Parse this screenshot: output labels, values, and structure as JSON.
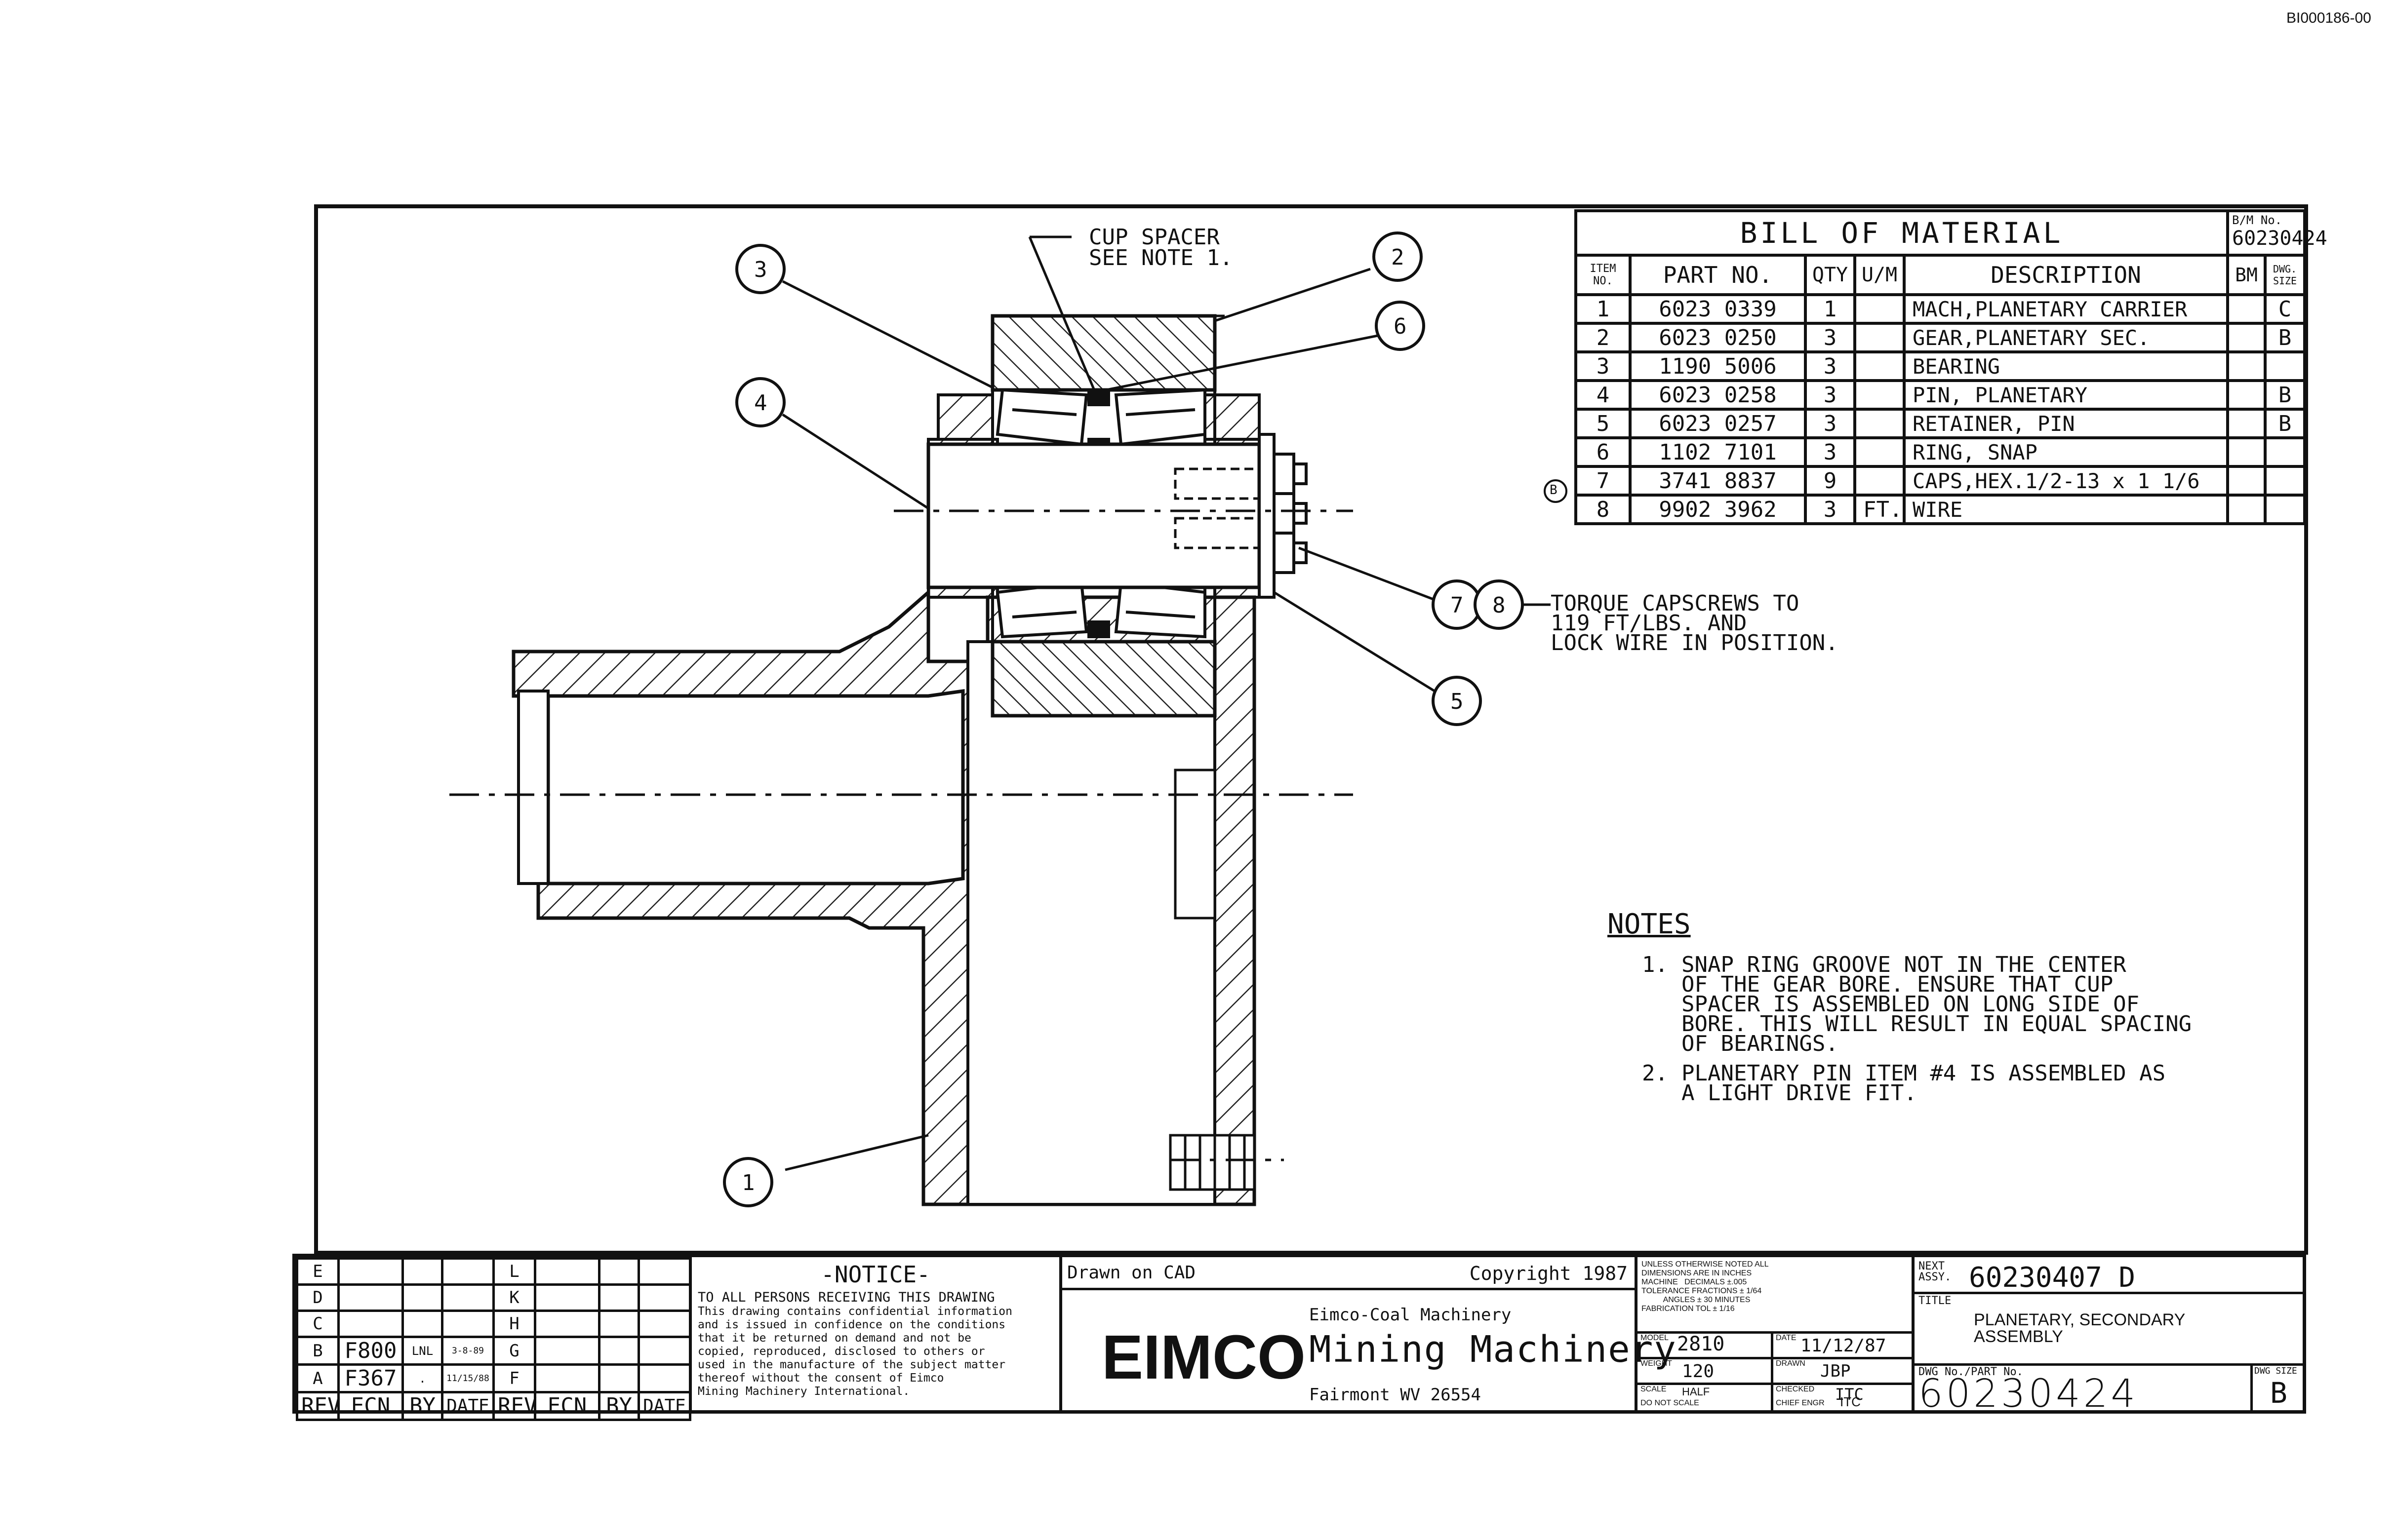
{
  "sheet_ref": "BI000186-00",
  "bom": {
    "title": "BILL OF MATERIAL",
    "bm_no_label": "B/M No.",
    "bm_no": "60230424",
    "columns": [
      "ITEM NO.",
      "PART NO.",
      "QTY",
      "U/M",
      "DESCRIPTION",
      "BM",
      "DWG. SIZE"
    ],
    "rows": [
      {
        "item": "1",
        "part": "6023 0339",
        "qty": "1",
        "um": "",
        "desc": "MACH,PLANETARY CARRIER",
        "bm": "",
        "size": "C",
        "mark": ""
      },
      {
        "item": "2",
        "part": "6023 0250",
        "qty": "3",
        "um": "",
        "desc": "GEAR,PLANETARY SEC.",
        "bm": "",
        "size": "B",
        "mark": ""
      },
      {
        "item": "3",
        "part": "1190 5006",
        "qty": "3",
        "um": "",
        "desc": "BEARING",
        "bm": "",
        "size": "",
        "mark": ""
      },
      {
        "item": "4",
        "part": "6023 0258",
        "qty": "3",
        "um": "",
        "desc": "PIN, PLANETARY",
        "bm": "",
        "size": "B",
        "mark": ""
      },
      {
        "item": "5",
        "part": "6023 0257",
        "qty": "3",
        "um": "",
        "desc": "RETAINER, PIN",
        "bm": "",
        "size": "B",
        "mark": ""
      },
      {
        "item": "6",
        "part": "1102 7101",
        "qty": "3",
        "um": "",
        "desc": "RING, SNAP",
        "bm": "",
        "size": "",
        "mark": ""
      },
      {
        "item": "7",
        "part": "3741 8837",
        "qty": "9",
        "um": "",
        "desc": "CAPS,HEX.1/2-13 x 1 1/6",
        "bm": "",
        "size": "",
        "mark": "B"
      },
      {
        "item": "8",
        "part": "9902 3962",
        "qty": "3",
        "um": "FT.",
        "desc": "WIRE",
        "bm": "",
        "size": "",
        "mark": ""
      }
    ]
  },
  "callouts": {
    "cup_spacer": [
      "CUP SPACER",
      "SEE NOTE 1."
    ],
    "torque": [
      "TORQUE CAPSCREWS TO",
      "119 FT/LBS. AND",
      "LOCK WIRE IN POSITION."
    ],
    "balloons": [
      "1",
      "2",
      "3",
      "4",
      "5",
      "6",
      "7",
      "8"
    ]
  },
  "notes": {
    "heading": "NOTES",
    "items": [
      {
        "num": "1.",
        "lines": [
          "SNAP RING GROOVE NOT IN THE CENTER",
          "OF THE GEAR BORE. ENSURE THAT CUP",
          "SPACER IS ASSEMBLED ON LONG SIDE OF",
          "BORE. THIS WILL RESULT IN EQUAL SPACING",
          "OF BEARINGS."
        ]
      },
      {
        "num": "2.",
        "lines": [
          "PLANETARY PIN ITEM #4 IS ASSEMBLED AS",
          "A LIGHT DRIVE FIT."
        ]
      }
    ]
  },
  "revisions": {
    "left_letters": [
      "E",
      "D",
      "C",
      "B",
      "A"
    ],
    "right_letters": [
      "L",
      "K",
      "H",
      "G",
      "F"
    ],
    "rows": [
      {
        "ecn": "",
        "by": "",
        "date": ""
      },
      {
        "ecn": "",
        "by": "",
        "date": ""
      },
      {
        "ecn": "",
        "by": "",
        "date": ""
      },
      {
        "ecn": "F800",
        "by": "LNL",
        "date": "3-8-89"
      },
      {
        "ecn": "F367",
        "by": ".",
        "date": "11/15/88"
      }
    ],
    "headers": [
      "REV",
      "ECN",
      "BY",
      "DATE",
      "REV",
      "ECN",
      "BY",
      "DATE"
    ]
  },
  "notice": {
    "title": "-NOTICE-",
    "lines": [
      "TO ALL PERSONS RECEIVING THIS DRAWING",
      "This drawing contains confidential information",
      "and is issued in confidence on the conditions",
      "that it be returned on demand and not be",
      "copied, reproduced, disclosed to others or",
      "used in the manufacture of the subject matter",
      "thereof without the consent of Eimco",
      "Mining Machinery International."
    ]
  },
  "company": {
    "drawn_on_cad": "Drawn on CAD",
    "copyright": "Copyright 1987",
    "division": "Eimco-Coal Machinery",
    "logo": "EIMCO",
    "name": "Mining Machinery",
    "location": "Fairmont WV 26554"
  },
  "tolerance": {
    "lines": [
      "UNLESS OTHERWISE NOTED ALL",
      "DIMENSIONS ARE IN INCHES",
      "MACHINE   DECIMALS ±.005",
      "TOLERANCE FRACTIONS ± 1/64",
      "          ANGLES ± 30 MINUTES",
      "FABRICATION TOL ± 1/16"
    ],
    "model_label": "MODEL",
    "model": "2810",
    "date_label": "DATE",
    "date": "11/12/87",
    "weight_label": "WEIGHT",
    "weight": "120",
    "drawn_label": "DRAWN",
    "drawn": "JBP",
    "scale_label": "SCALE",
    "scale": "HALF",
    "checked_label": "CHECKED",
    "checked": "ITC",
    "dns_label": "DO NOT SCALE",
    "chief_label": "CHIEF ENGR",
    "chief": "ITC"
  },
  "title_block": {
    "next_assy_label": "NEXT ASSY.",
    "next_assy": "60230407 D",
    "title_label": "TITLE",
    "title_lines": [
      "PLANETARY, SECONDARY",
      "ASSEMBLY"
    ],
    "dwg_label": "DWG No./PART No.",
    "dwg_no": "60230424",
    "size_label": "DWG SIZE",
    "size": "B"
  }
}
